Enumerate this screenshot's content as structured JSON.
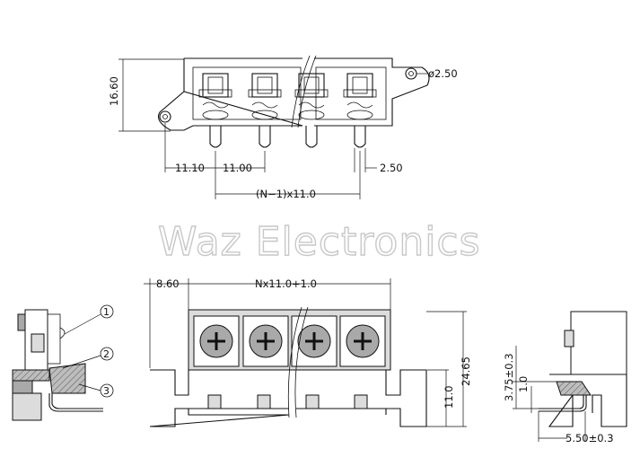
{
  "watermark": "Waz Electronics",
  "top_view": {
    "height_dim": "16.60",
    "hole_dim": "ø2.50",
    "pitch_first": "11.10",
    "pitch": "11.00",
    "pin_width": "2.50",
    "span": "(N−1)x11.0"
  },
  "front_view": {
    "left_offset": "8.60",
    "total_width": "Nx11.0+1.0",
    "height_total": "24.65",
    "height_lower": "11.0"
  },
  "side_view_left": {
    "callouts": [
      "1",
      "2",
      "3"
    ]
  },
  "side_view_right": {
    "dim_vertical": "3.75±0.3",
    "dim_small": "1.0",
    "dim_horizontal": "5.50±0.3"
  }
}
